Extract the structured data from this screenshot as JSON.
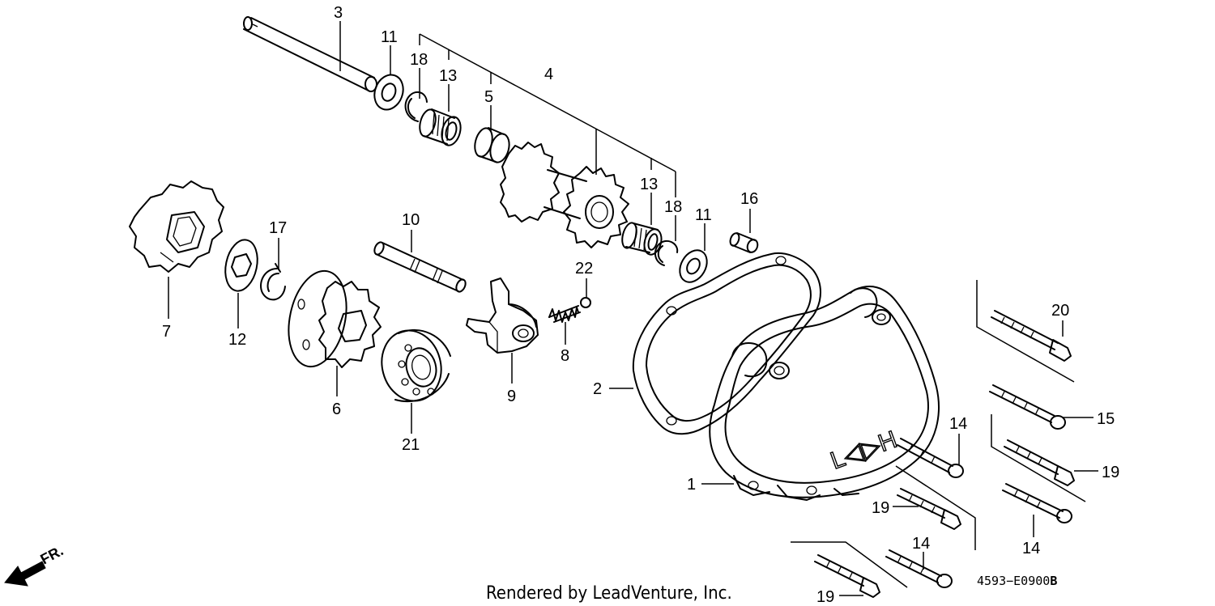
{
  "callouts": [
    {
      "id": "c3",
      "text": "3"
    },
    {
      "id": "c11a",
      "text": "11"
    },
    {
      "id": "c18a",
      "text": "18"
    },
    {
      "id": "c13a",
      "text": "13"
    },
    {
      "id": "c5",
      "text": "5"
    },
    {
      "id": "c4",
      "text": "4"
    },
    {
      "id": "c13b",
      "text": "13"
    },
    {
      "id": "c18b",
      "text": "18"
    },
    {
      "id": "c11b",
      "text": "11"
    },
    {
      "id": "c16",
      "text": "16"
    },
    {
      "id": "c10",
      "text": "10"
    },
    {
      "id": "c17",
      "text": "17"
    },
    {
      "id": "c22",
      "text": "22"
    },
    {
      "id": "c7",
      "text": "7"
    },
    {
      "id": "c12",
      "text": "12"
    },
    {
      "id": "c6",
      "text": "6"
    },
    {
      "id": "c21",
      "text": "21"
    },
    {
      "id": "c8",
      "text": "8"
    },
    {
      "id": "c9",
      "text": "9"
    },
    {
      "id": "c2",
      "text": "2"
    },
    {
      "id": "c1",
      "text": "1"
    },
    {
      "id": "c20",
      "text": "20"
    },
    {
      "id": "c15",
      "text": "15"
    },
    {
      "id": "c19a",
      "text": "19"
    },
    {
      "id": "c14a",
      "text": "14"
    },
    {
      "id": "c19b",
      "text": "19"
    },
    {
      "id": "c14b",
      "text": "14"
    },
    {
      "id": "c14c",
      "text": "14"
    },
    {
      "id": "c19c",
      "text": "19"
    }
  ],
  "cover_logo": "L◁▷H",
  "direction_label": "FR.",
  "credit": "Rendered by LeadVenture, Inc.",
  "diagram_code": "4593−E0900",
  "diagram_code_suffix": "B"
}
